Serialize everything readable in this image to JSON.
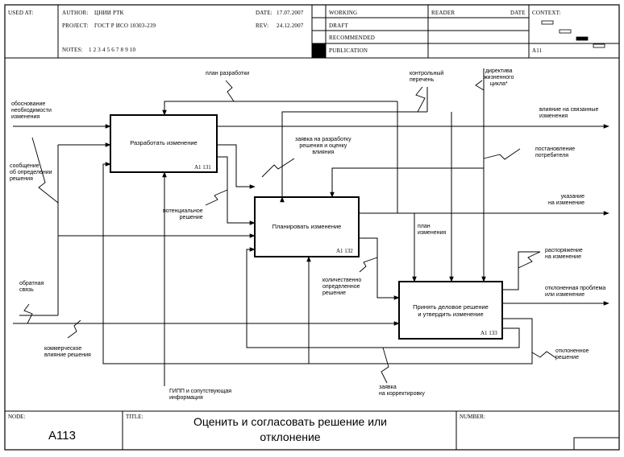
{
  "header": {
    "used_at_label": "USED AT:",
    "author_label": "AUTHOR:",
    "author": "ЦНИИ РТК",
    "project_label": "PROJECT:",
    "project": "ГОСТ Р ИСО 10303-239",
    "notes_label": "NOTES:",
    "notes": "1  2  3  4  5  6  7  8  9  10",
    "date_label": "DATE:",
    "date": "17.07.2007",
    "rev_label": "REV:",
    "rev": "24.12.2007",
    "status": [
      "WORKING",
      "DRAFT",
      "RECOMMENDED",
      "PUBLICATION"
    ],
    "reader_label": "READER",
    "reader_date_label": "DATE",
    "context_label": "CONTEXT:",
    "context_node": "A11"
  },
  "boxes": [
    {
      "title": "Разработать изменение",
      "id": "A1 131"
    },
    {
      "title": "Планировать изменение",
      "id": "A1 132"
    },
    {
      "title": "Принять деловое решение\nи утвердить изменение",
      "id": "A1 133"
    }
  ],
  "arrows": {
    "plan_dev": "план разработки",
    "control_list": "контрольный\nперечень",
    "directive": "директива\nжизненного\nцикла*",
    "justification": "обоснование\nнеобходимости\nизменения",
    "impact_related": "влияние на связанные\nизменения",
    "request": "заявка на разработку\nрешения и оценку\nвлияния",
    "message": "сообщение\nоб определении\nрешения",
    "consumer_decision": "постановление\nпотребителя",
    "potential_solution": "потенциальное\nрешение",
    "instruction": "указание\nна изменение",
    "change_plan": "план\nизменения",
    "order": "распоряжение\nна изменение",
    "feedback": "обратная\nсвязь",
    "quantified": "количественно\nопределенное\nрешение",
    "rejected_problem": "отклоненная проблема\nили изменение",
    "commercial": "коммерческое\nвлияние решения",
    "rejected_solution": "отклоненное\nрешение",
    "gipp": "ГИПП и сопутствующая\nинформация",
    "correction_request": "заявка\nна корректировку"
  },
  "footer": {
    "node_label": "NODE:",
    "node": "A113",
    "title_label": "TITLE:",
    "title": "Оценить и  согласовать  решение или\nотклонение",
    "number_label": "NUMBER:"
  }
}
